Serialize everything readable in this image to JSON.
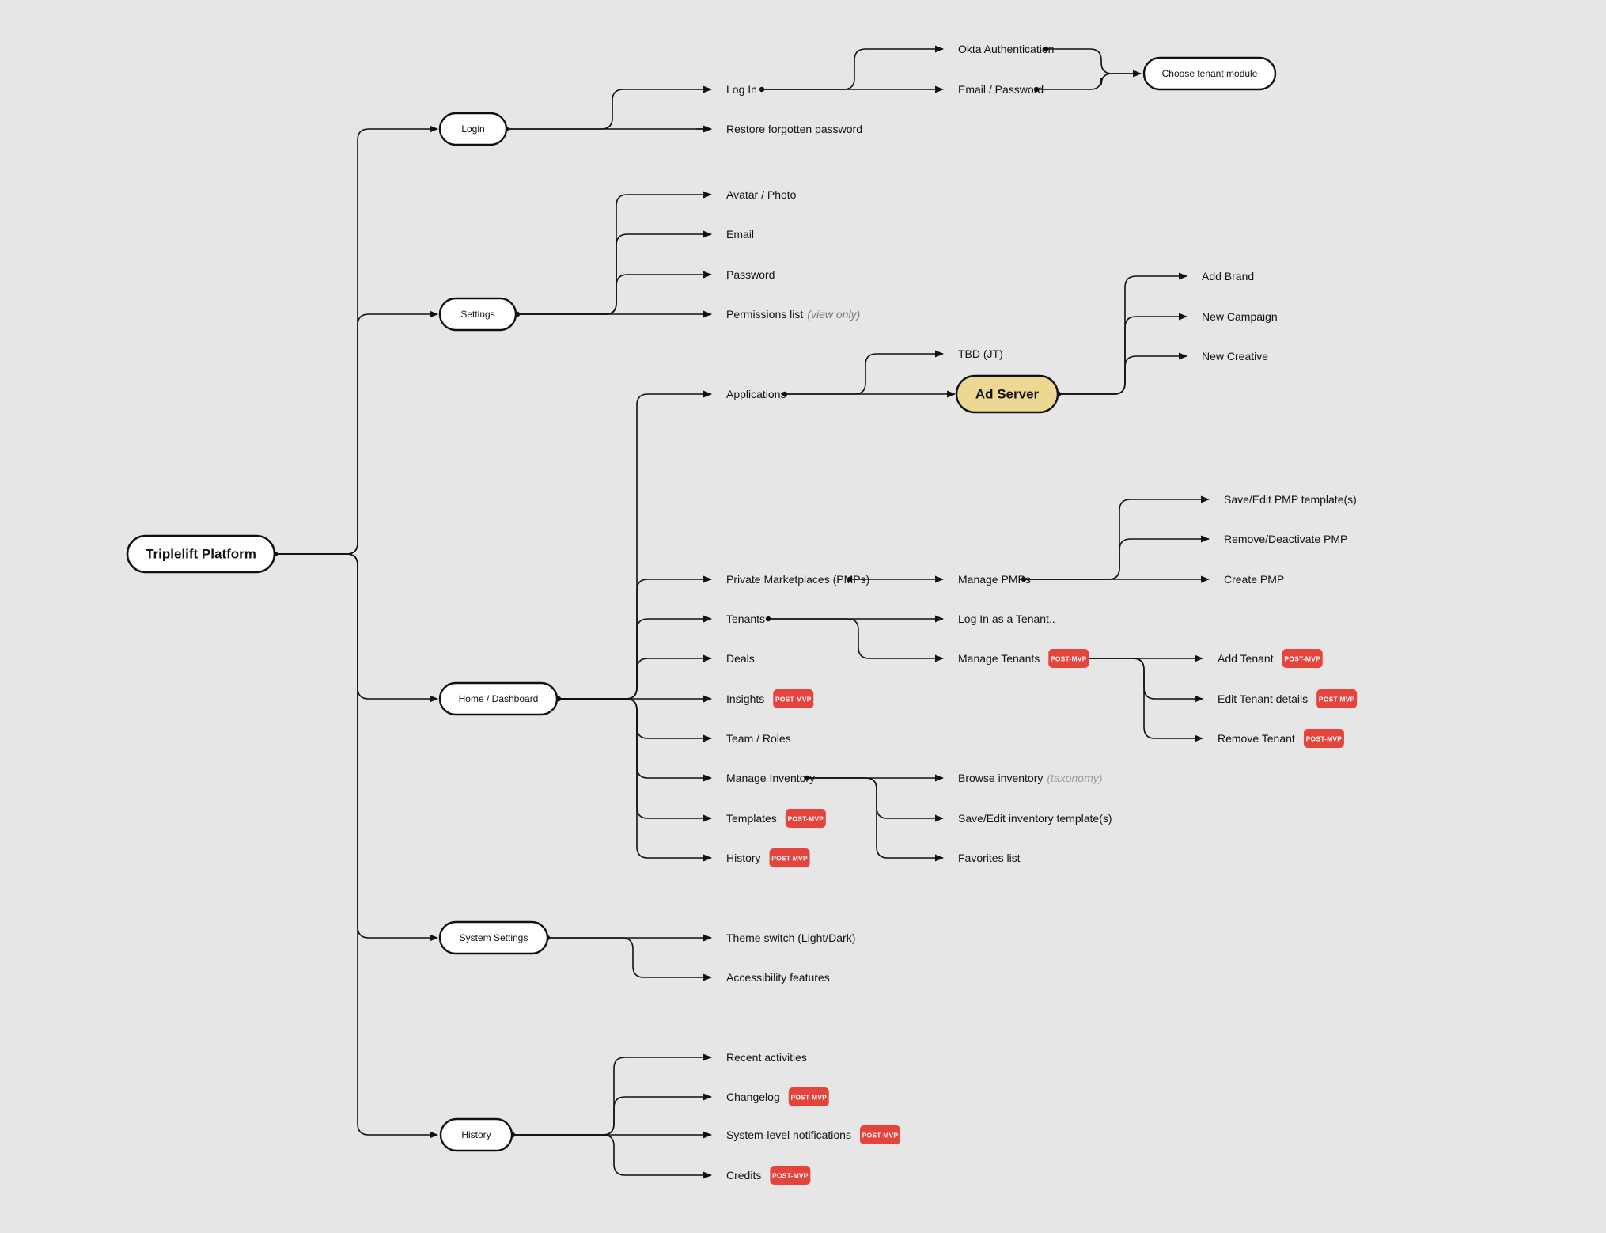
{
  "diagram": {
    "colors": {
      "background": "#e6e6e6",
      "node_fill": "#ffffff",
      "highlight_fill": "#ecd793",
      "badge": "#e5443c",
      "line": "#111111"
    },
    "badge_label": "POST-MVP",
    "root": "Triplelift Platform",
    "nodes": {
      "login": "Login",
      "settings": "Settings",
      "home": "Home / Dashboard",
      "system_settings": "System Settings",
      "history": "History",
      "choose_tenant": "Choose tenant module",
      "ad_server": "Ad Server"
    },
    "labels": {
      "log_in": "Log In",
      "restore_password": "Restore forgotten password",
      "okta": "Okta Authentication",
      "email_password": "Email / Password",
      "avatar": "Avatar / Photo",
      "email": "Email",
      "password": "Password",
      "permissions": "Permissions list",
      "permissions_note": "(view only)",
      "applications": "Applications",
      "tbd": "TBD (JT)",
      "add_brand": "Add Brand",
      "new_campaign": "New Campaign",
      "new_creative": "New Creative",
      "pmps": "Private Marketplaces (PMPs)",
      "manage_pmps": "Manage PMPs",
      "save_pmp": "Save/Edit PMP template(s)",
      "remove_pmp": "Remove/Deactivate PMP",
      "create_pmp": "Create PMP",
      "tenants": "Tenants",
      "login_tenant": "Log In as a Tenant..",
      "manage_tenants": "Manage Tenants",
      "add_tenant": "Add Tenant",
      "edit_tenant": "Edit Tenant details",
      "remove_tenant": "Remove Tenant",
      "deals": "Deals",
      "insights": "Insights",
      "team_roles": "Team / Roles",
      "manage_inventory": "Manage Inventory",
      "browse_inventory": "Browse inventory",
      "browse_note": "(taxonomy)",
      "save_inventory": "Save/Edit inventory template(s)",
      "favorites": "Favorites list",
      "templates": "Templates",
      "home_history": "History",
      "theme_switch": "Theme switch (Light/Dark)",
      "accessibility": "Accessibility features",
      "recent_activities": "Recent activities",
      "changelog": "Changelog",
      "notifications": "System-level notifications",
      "credits": "Credits"
    }
  }
}
